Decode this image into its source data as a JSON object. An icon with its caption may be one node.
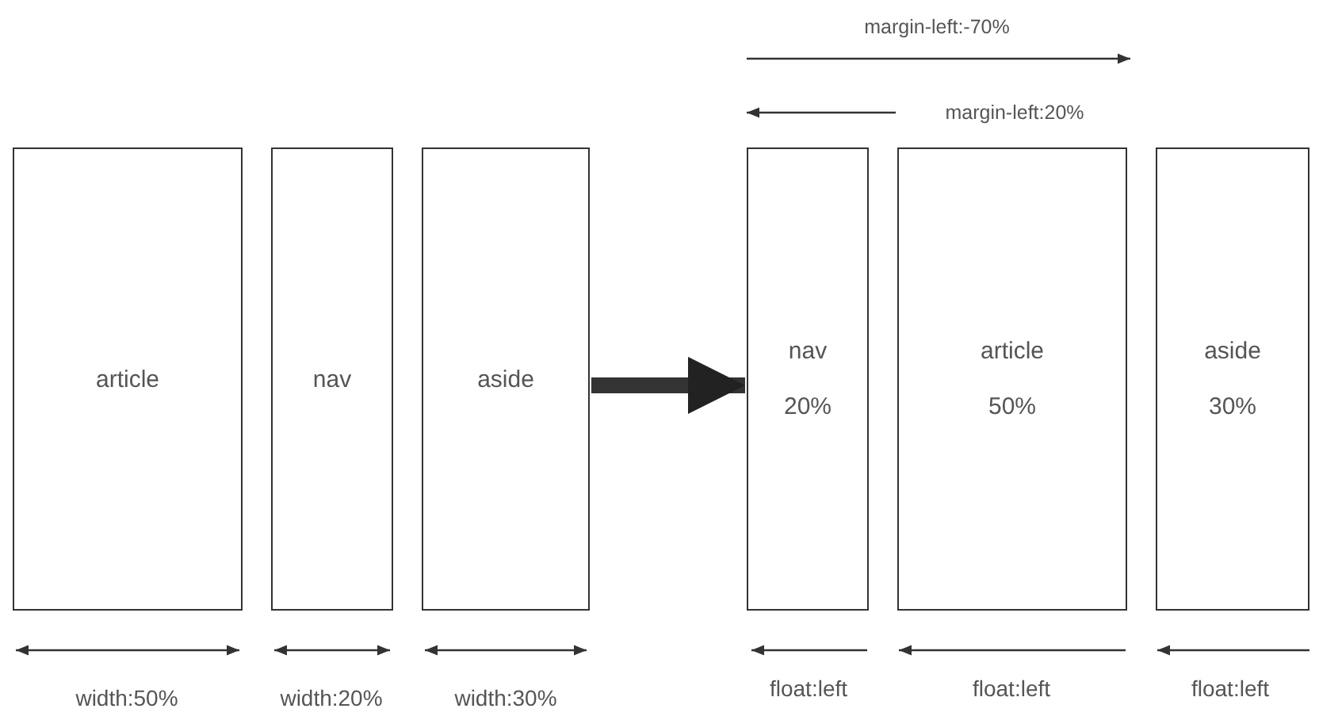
{
  "diagram": {
    "nodes": [
      {
        "text": [
          "article"
        ]
      },
      {
        "text": [
          "nav"
        ]
      },
      {
        "text": [
          "aside"
        ]
      },
      {
        "text": [
          "nav",
          "20%"
        ]
      },
      {
        "text": [
          "article",
          "50%"
        ]
      },
      {
        "text": [
          "aside",
          "30%"
        ]
      }
    ],
    "edges": [
      {
        "from": 2,
        "to": 3,
        "arrow": "to"
      }
    ],
    "labels": [
      "margin-left:-70%",
      "margin-left:20%",
      "width:50%",
      "width:20%",
      "width:30%",
      "float:left",
      "float:left",
      "float:left"
    ]
  }
}
